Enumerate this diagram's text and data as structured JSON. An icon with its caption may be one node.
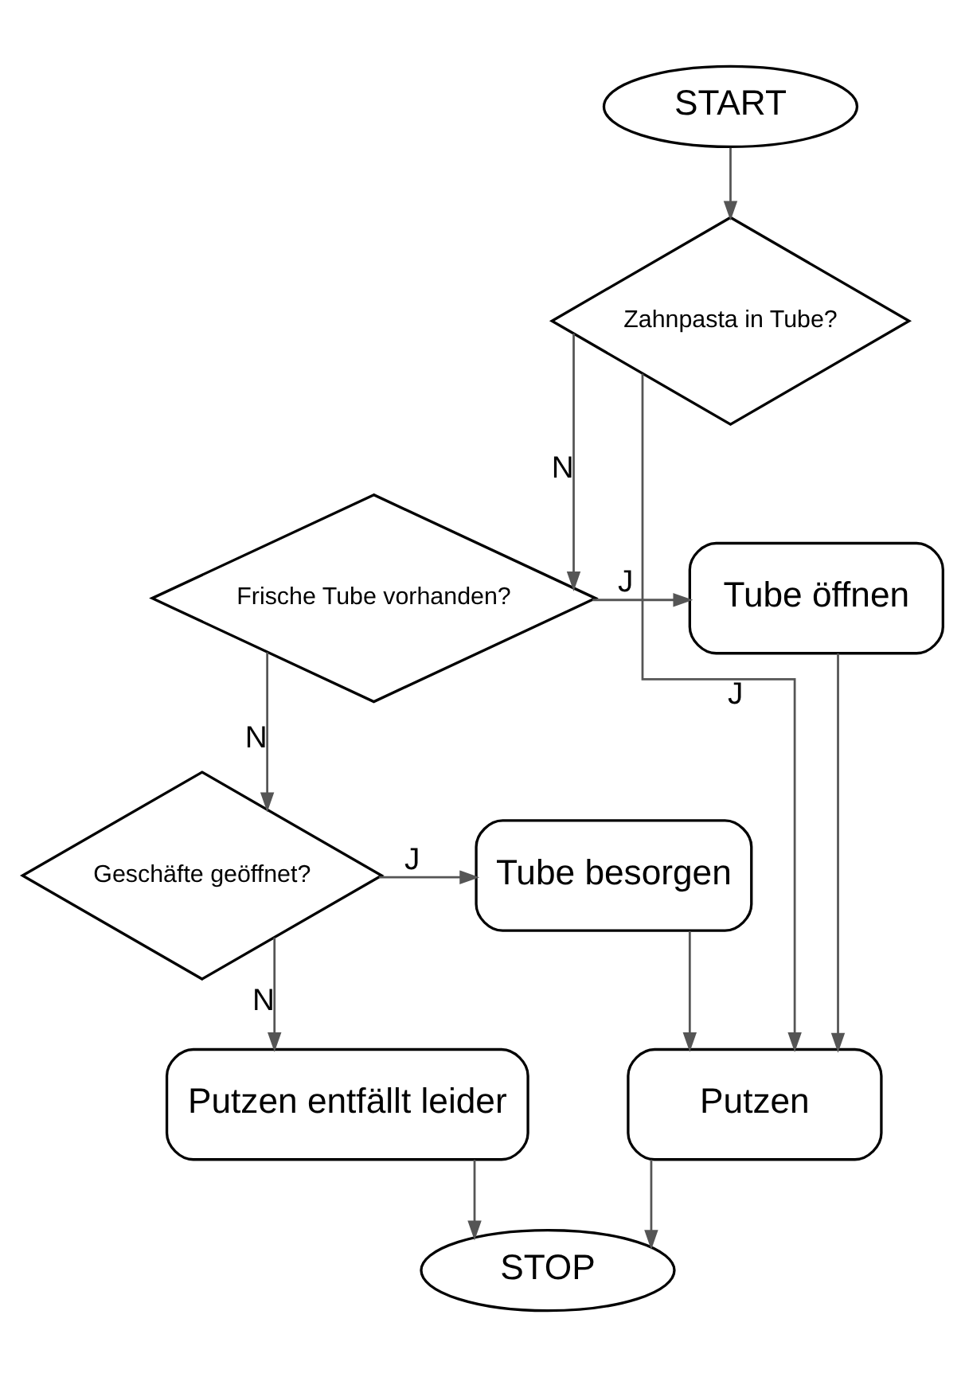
{
  "diagram": {
    "nodes": [
      {
        "text": [
          "START"
        ]
      },
      {
        "text": [
          "Zahnpasta in Tube?"
        ]
      },
      {
        "text": [
          "Frische Tube vorhanden?"
        ]
      },
      {
        "text": [
          "Tube öffnen"
        ]
      },
      {
        "text": [
          "Geschäfte geöffnet?"
        ]
      },
      {
        "text": [
          "Tube besorgen"
        ]
      },
      {
        "text": [
          "Putzen entfällt leider"
        ]
      },
      {
        "text": [
          "Putzen"
        ]
      },
      {
        "text": [
          "STOP"
        ]
      }
    ],
    "edges": [
      {
        "from": 0,
        "to": 1,
        "arrow": "to"
      },
      {
        "from": 1,
        "to": 2,
        "label": "N",
        "arrow": "to"
      },
      {
        "from": 1,
        "to": 7,
        "label": "J",
        "arrow": "to"
      },
      {
        "from": 2,
        "to": 3,
        "label": "J",
        "arrow": "to"
      },
      {
        "from": 2,
        "to": 4,
        "label": "N",
        "arrow": "to"
      },
      {
        "from": 3,
        "to": 7,
        "arrow": "to"
      },
      {
        "from": 4,
        "to": 5,
        "label": "J",
        "arrow": "to"
      },
      {
        "from": 4,
        "to": 6,
        "label": "N",
        "arrow": "to"
      },
      {
        "from": 5,
        "to": 7,
        "arrow": "to"
      },
      {
        "from": 6,
        "to": 8,
        "arrow": "to"
      },
      {
        "from": 7,
        "to": 8,
        "arrow": "to"
      }
    ]
  }
}
